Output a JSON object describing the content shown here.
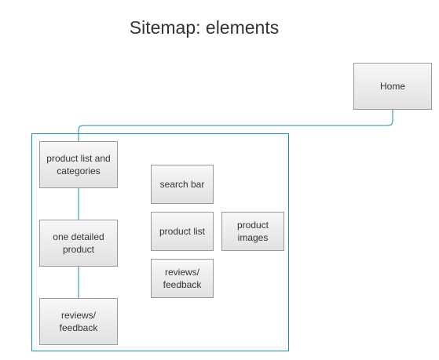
{
  "title": "Sitemap: elements",
  "nodes": {
    "home": "Home",
    "product_list_categories": "product list and\ncategories",
    "one_detailed_product": "one detailed\nproduct",
    "reviews_feedback_main": "reviews/\nfeedback",
    "search_bar": "search bar",
    "product_list": "product list",
    "product_images": "product\nimages",
    "reviews_feedback_element": "reviews/\nfeedback"
  },
  "colors": {
    "connector": "#1a8fb0",
    "group_frame": "#1a8fb0",
    "box_border": "#9a9a9a"
  }
}
